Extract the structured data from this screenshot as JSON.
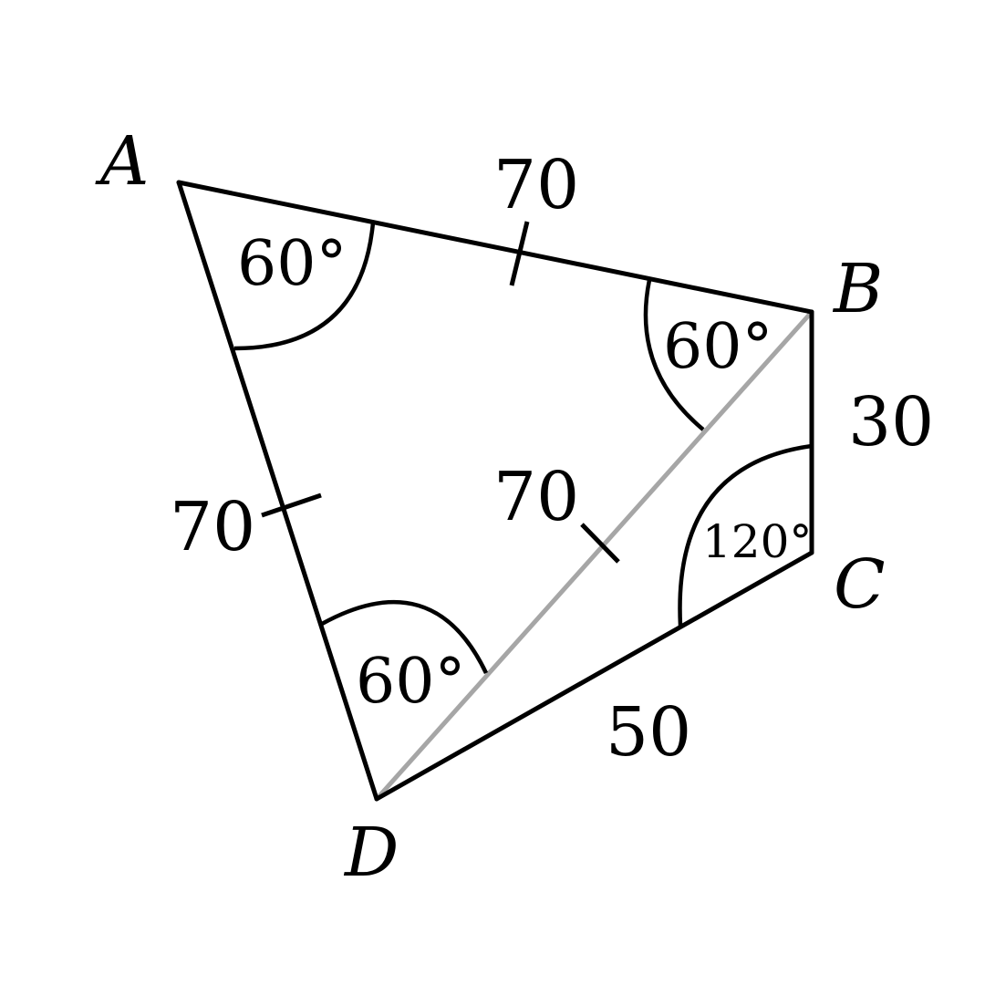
{
  "figure": {
    "vertices": {
      "a": "A",
      "b": "B",
      "c": "C",
      "d": "D"
    },
    "lengths": {
      "ab": "70",
      "ad": "70",
      "bd": "70",
      "bc": "30",
      "cd": "50"
    },
    "angles": {
      "a": "60°",
      "b": "60°",
      "d": "60°",
      "c": "120°"
    },
    "colors": {
      "stroke": "#000000",
      "diagonal": "#a6a6a6"
    }
  }
}
